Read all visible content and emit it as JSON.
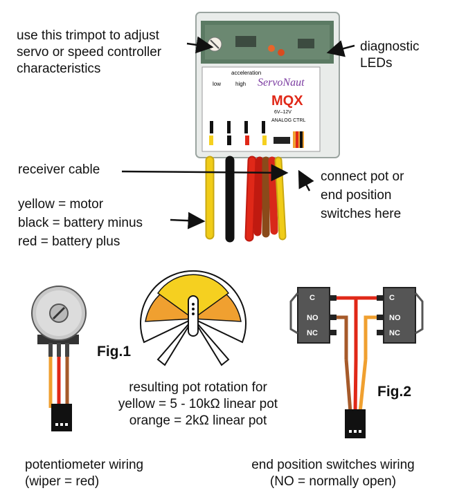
{
  "top": {
    "trimpot_note": [
      "use this trimpot to adjust",
      "servo or speed controller",
      "characteristics"
    ],
    "diag_note": [
      "diagnostic",
      "LEDs"
    ],
    "receiver_note": "receiver cable",
    "colors_note": [
      "yellow = motor",
      "black = battery minus",
      "red = battery plus"
    ],
    "connect_note": [
      "connect pot or",
      "end position",
      "switches here"
    ]
  },
  "module": {
    "brand": "ServoNaut",
    "model": "MQX",
    "accel_label": "acceleration",
    "low": "low",
    "high": "high",
    "spec1": "6V–12V",
    "spec2": "ANALOG CTRL"
  },
  "fig1": {
    "label": "Fig.1",
    "rotation_note": [
      "resulting pot rotation for",
      "yellow = 5 - 10kΩ linear pot",
      "orange = 2kΩ linear pot"
    ],
    "caption": [
      "potentiometer wiring",
      "(wiper = red)"
    ]
  },
  "fig2": {
    "label": "Fig.2",
    "switch_labels": [
      "C",
      "NO",
      "NC"
    ],
    "caption": [
      "end position switches wiring",
      "(NO = normally open)"
    ]
  },
  "colors": {
    "yellow": "#f5d020",
    "orange": "#f0a030",
    "red": "#e02818",
    "brown": "#a65a2a",
    "black": "#1a1a1a"
  }
}
